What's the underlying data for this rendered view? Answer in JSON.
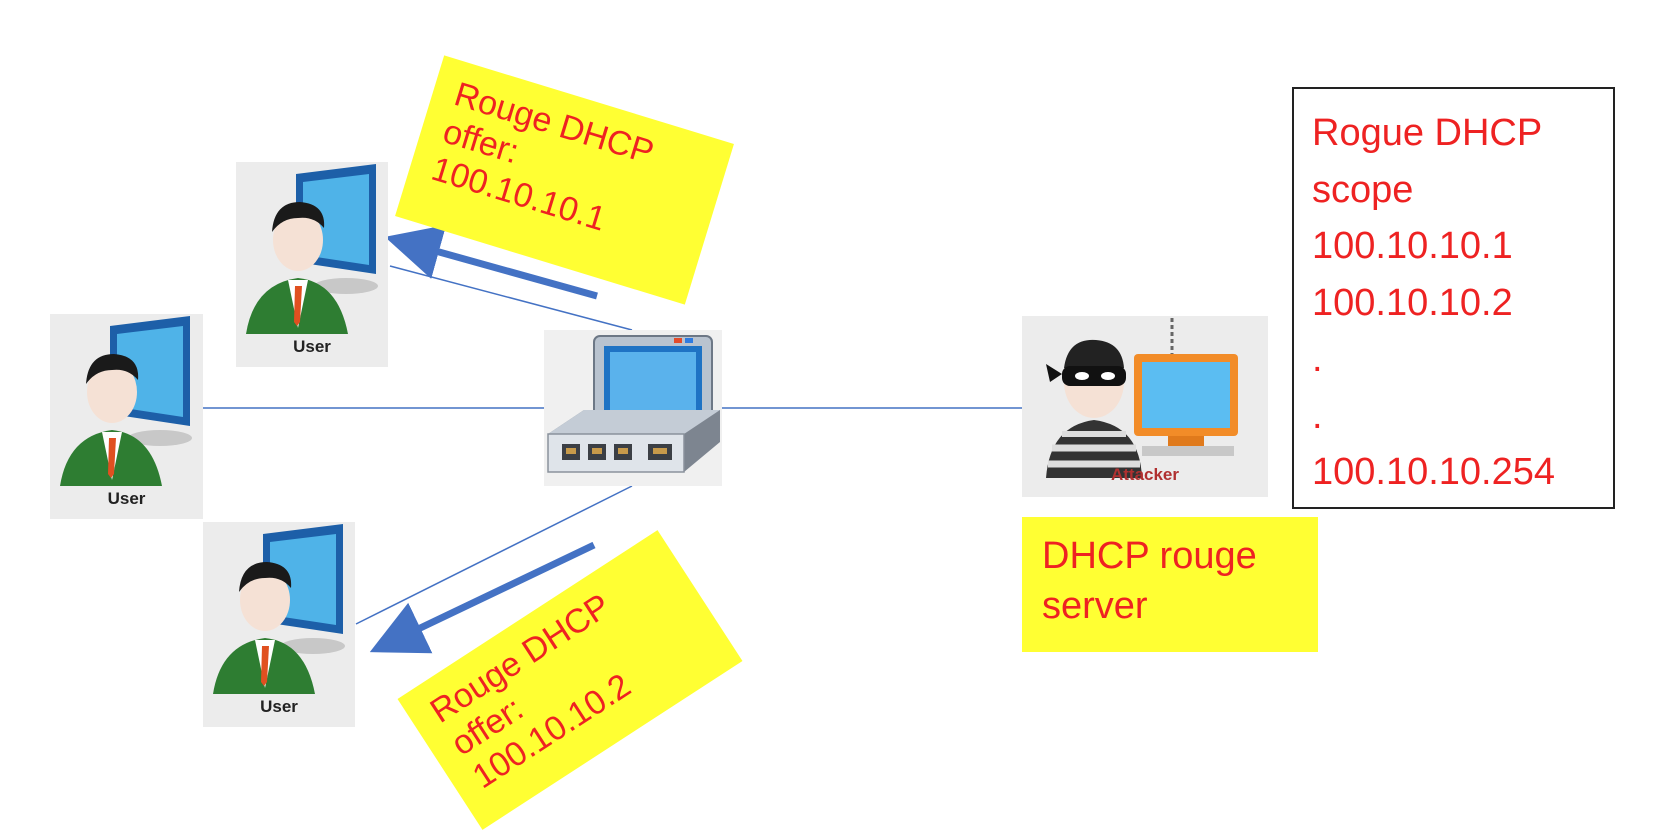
{
  "notes": {
    "offer_top": {
      "line1": "Rouge DHCP",
      "line2": "offer:",
      "line3": "100.10.10.1"
    },
    "offer_bottom": {
      "line1": "Rouge DHCP",
      "line2": "offer:",
      "line3": "100.10.10.2"
    },
    "rogue_server": {
      "line1": "DHCP rouge",
      "line2": "server"
    }
  },
  "users": {
    "top": {
      "caption": "User"
    },
    "middle": {
      "caption": "User"
    },
    "bottom": {
      "caption": "User"
    }
  },
  "attacker": {
    "caption": "Attacker"
  },
  "scope": {
    "line1": "Rogue DHCP",
    "line2": "scope",
    "line3": "100.10.10.1",
    "line4": "100.10.10.2",
    "line5": ".",
    "line6": ".",
    "line7": "100.10.10.254"
  },
  "colors": {
    "note_bg": "#ffff33",
    "text_red": "#ee2222",
    "link_line": "#4472c4",
    "arrow": "#4472c4"
  },
  "icons": {
    "user": "user-at-monitor-icon",
    "switch": "network-switch-icon",
    "attacker": "masked-attacker-icon"
  }
}
